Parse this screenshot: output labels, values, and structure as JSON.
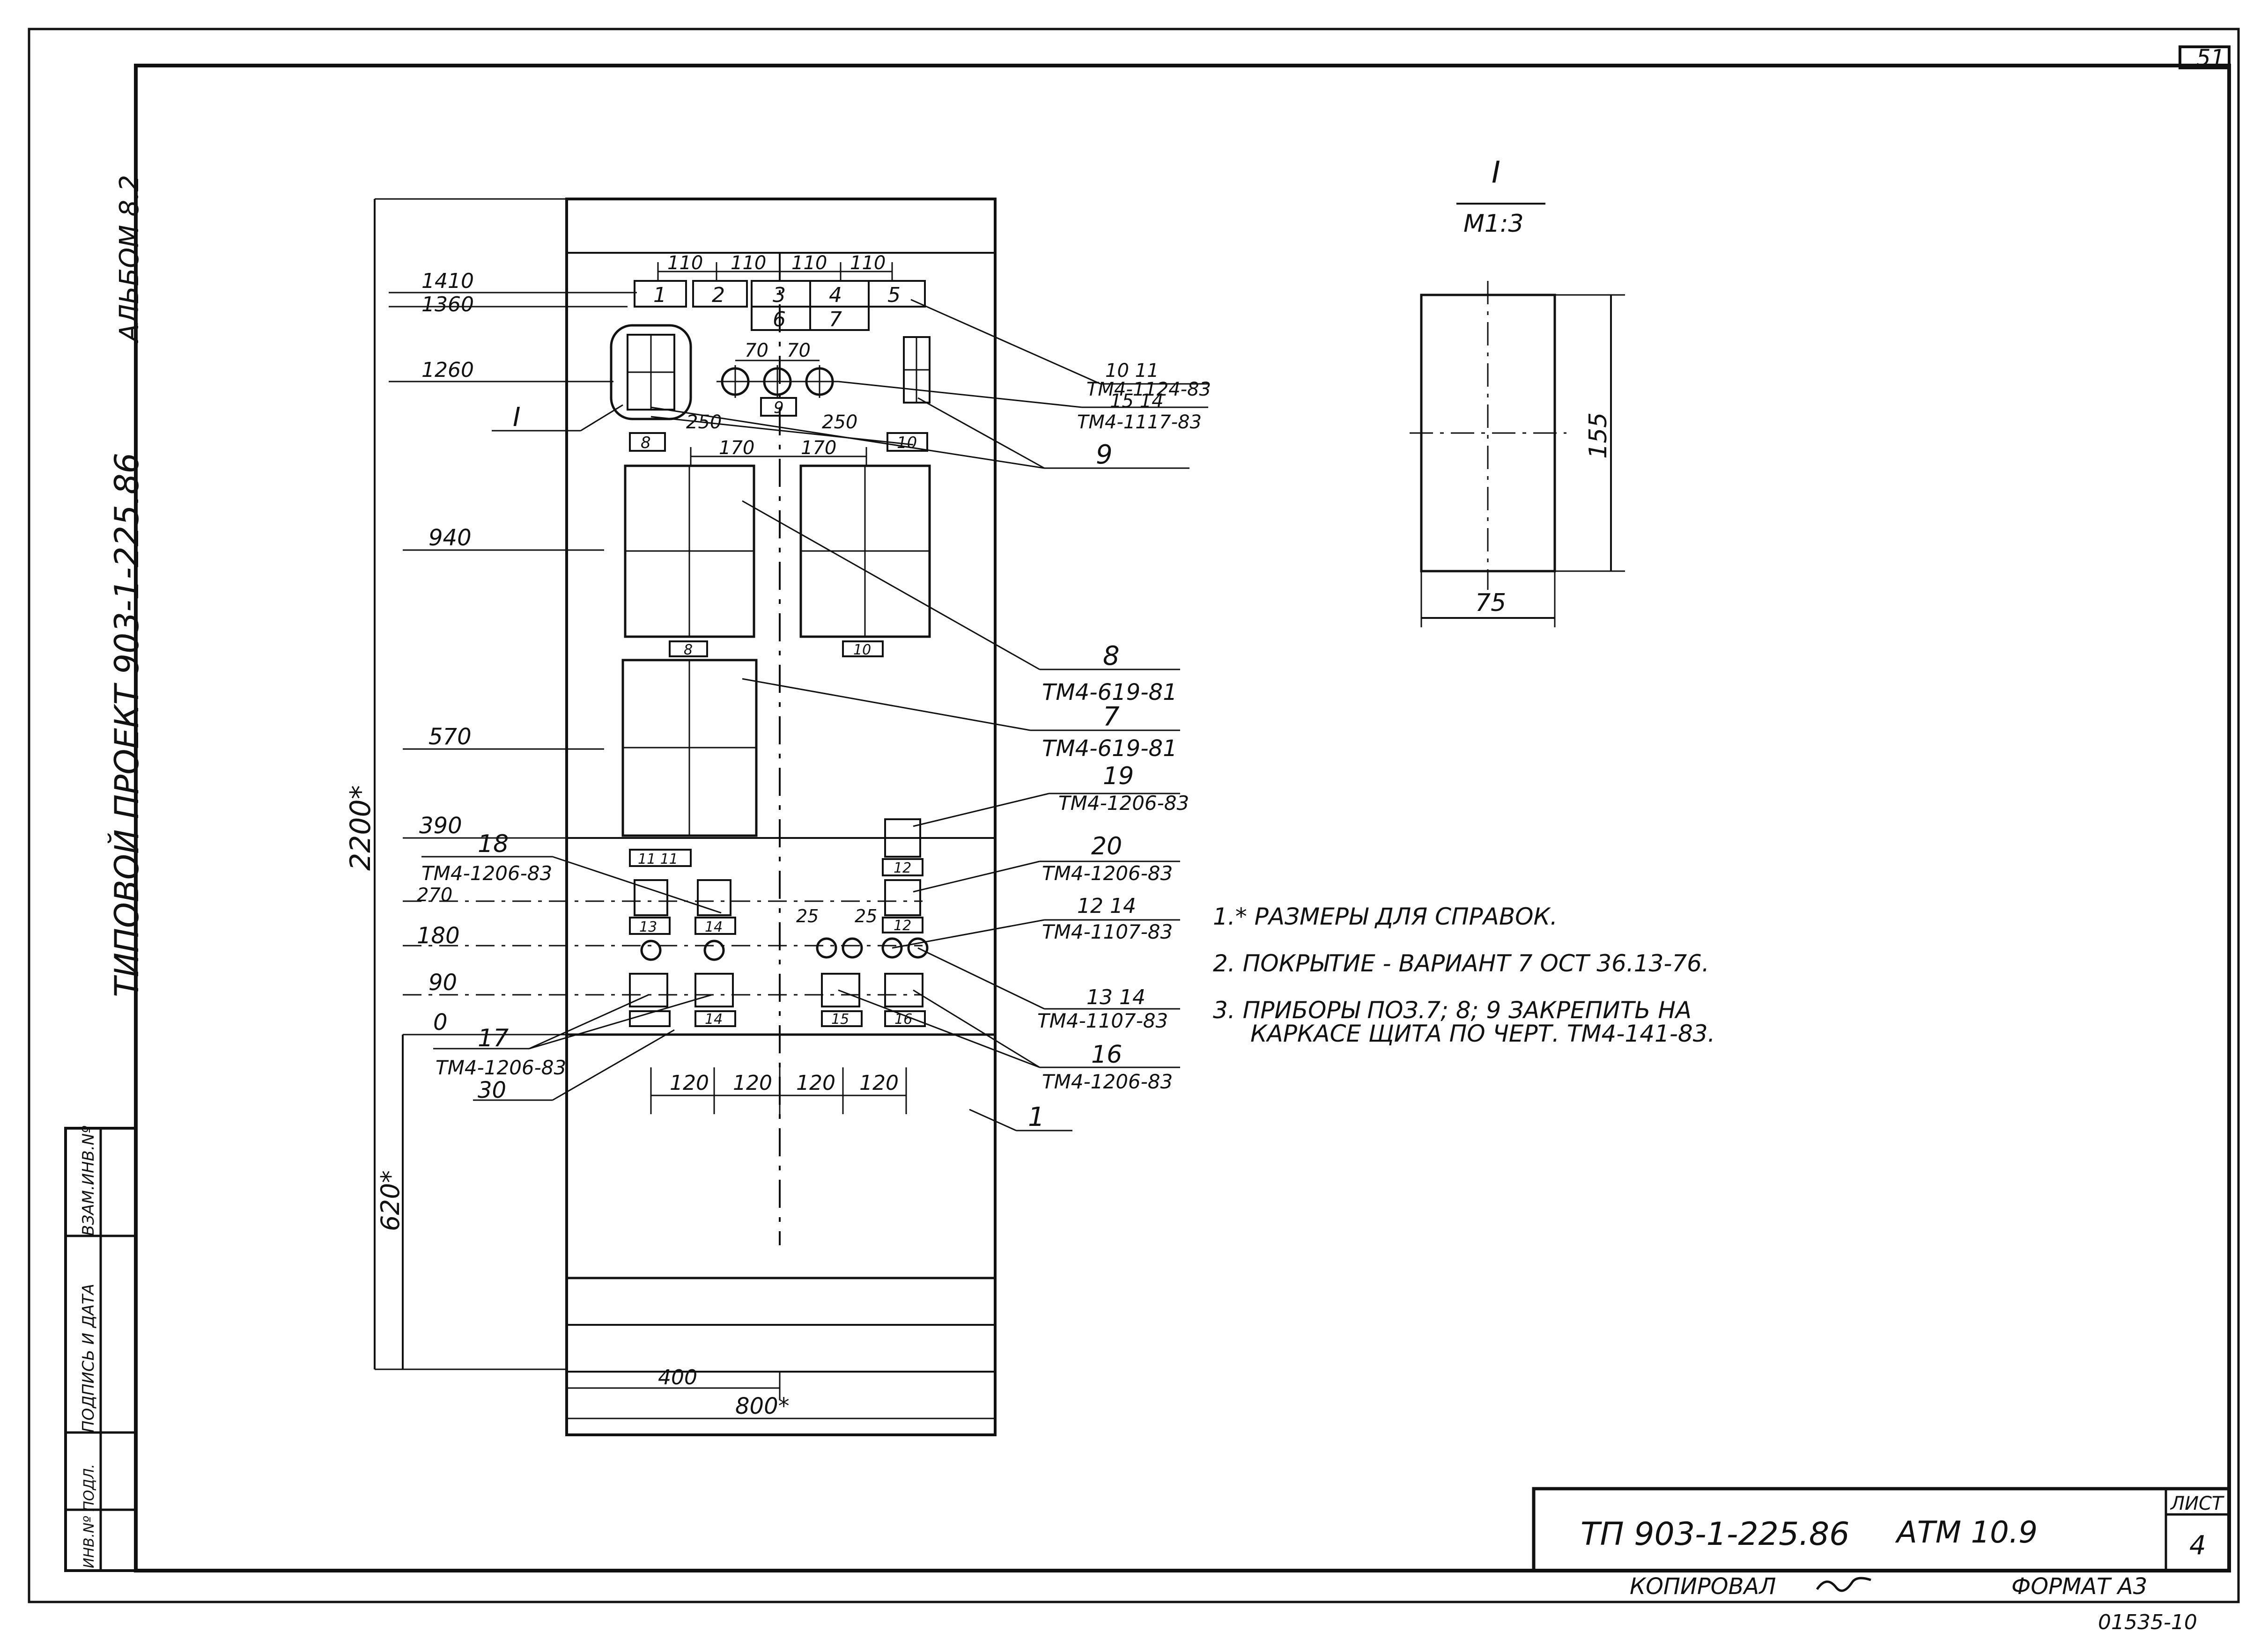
{
  "sheet_number": "51",
  "side_labels": {
    "album": "АЛЬБОМ 8.2",
    "project": "ТИПОВОЙ ПРОЕКТ 903-1-225.86"
  },
  "left_stamp": {
    "inv_podl": "ИНВ.Nº ПОДЛ.",
    "podpis": "ПОДПИСЬ И ДАТА",
    "vzam": "ВЗАМ.ИНВ.Nº"
  },
  "elevations": [
    "1410",
    "1360",
    "1260",
    "940",
    "570",
    "390",
    "270",
    "180",
    "90",
    "0"
  ],
  "top_dims": {
    "box_spacing": [
      "110",
      "110",
      "110",
      "110"
    ],
    "lamp_spacing": [
      "70",
      "70"
    ],
    "spacing_250": [
      "250",
      "250"
    ],
    "spacing_170": [
      "170",
      "170"
    ],
    "spacing_25": [
      "25",
      "25"
    ],
    "bottom_spacing": [
      "120",
      "120",
      "120",
      "120"
    ]
  },
  "top_boxes": [
    "1",
    "2",
    "3",
    "4",
    "5"
  ],
  "second_row_boxes": [
    "6",
    "7"
  ],
  "plates": {
    "p8": "8",
    "p9": "9",
    "p10": "10",
    "p8b": "8",
    "p10b": "10",
    "p11": "11 11",
    "p12": "12",
    "p12b": "12",
    "p13": "13",
    "p14": "14",
    "p15": "15",
    "p16": "16",
    "p14b": "14",
    "p16b": "16"
  },
  "callouts": {
    "c1011": "10 11",
    "c1011_code": "ТМ4-1124-83",
    "c1514": "15 14",
    "c1514_code": "ТМ4-1117-83",
    "c9": "9",
    "c8": "8",
    "c8_code": "ТМ4-619-81",
    "c7": "7",
    "c7_code": "ТМ4-619-81",
    "c19": "19",
    "c19_code": "ТМ4-1206-83",
    "c20": "20",
    "c20_code": "ТМ4-1206-83",
    "c1214": "12  14",
    "c1214_code": "ТМ4-1107-83",
    "c1314": "13 14",
    "c1314_code": "ТМ4-1107-83",
    "c16": "16",
    "c16_code": "ТМ4-1206-83",
    "c18": "18",
    "c18_code": "ТМ4-1206-83",
    "c17": "17",
    "c17_code": "ТМ4-1206-83",
    "c30": "30",
    "c1": "1",
    "cI": "I"
  },
  "overall_dims": {
    "height": "2200*",
    "lower": "620*",
    "half_width": "400",
    "width": "800*"
  },
  "detail": {
    "title": "I",
    "scale": "М1:3",
    "height": "155",
    "width": "75"
  },
  "notes": [
    "1.* РАЗМЕРЫ ДЛЯ СПРАВОК.",
    "2.  ПОКРЫТИЕ - ВАРИАНТ 7  ОСТ 36.13-76.",
    "3.  ПРИБОРЫ ПОЗ.7; 8; 9 ЗАКРЕПИТЬ НА",
    "КАРКАСЕ ЩИТА ПО ЧЕРТ. ТМ4-141-83."
  ],
  "title_block": {
    "doc_code": "ТП 903-1-225.86",
    "sheet_code": "АТМ 10.9",
    "sheet_label": "ЛИСТ",
    "sheet_no": "4",
    "copied": "КОПИРОВАЛ",
    "format": "ФОРМАТ А3",
    "bottom_number": "01535-10"
  }
}
